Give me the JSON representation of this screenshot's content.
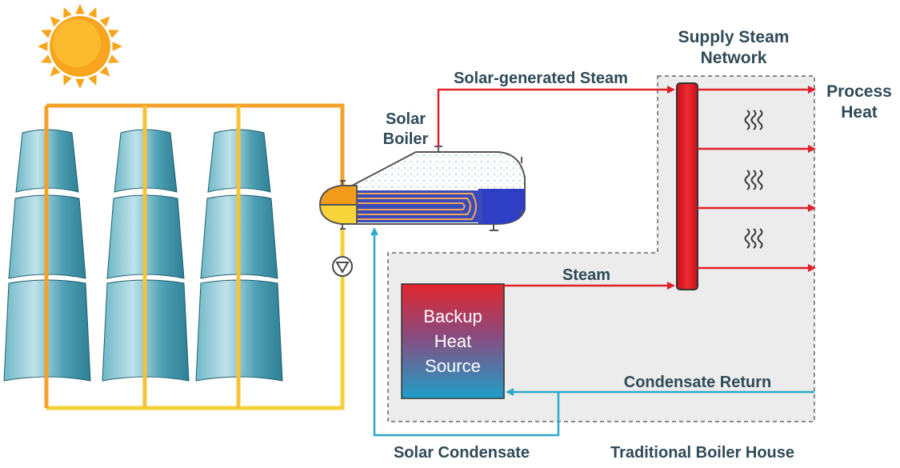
{
  "labels": {
    "solar_generated_steam": "Solar-generated Steam",
    "solar_boiler_line1": "Solar",
    "solar_boiler_line2": "Boiler",
    "supply_network_line1": "Supply Steam",
    "supply_network_line2": "Network",
    "process_heat_line1": "Process",
    "process_heat_line2": "Heat",
    "steam": "Steam",
    "backup_line1": "Backup",
    "backup_line2": "Heat",
    "backup_line3": "Source",
    "condensate_return": "Condensate Return",
    "solar_condensate": "Solar Condensate",
    "traditional_boiler_house": "Traditional Boiler House"
  },
  "colors": {
    "sun": "#f7a51c",
    "hot_loop": "#f4a12a",
    "cold_loop": "#f5d23a",
    "steam_red": "#e0202a",
    "condensate_blue": "#2aa9c9",
    "label_text": "#2f4a57",
    "boiler_house_fill": "#ececec",
    "mirror": "#3f9bb0"
  },
  "icons": {
    "sun": "sun-icon",
    "pump": "pump-icon",
    "heat": "heat-wave-icon"
  }
}
